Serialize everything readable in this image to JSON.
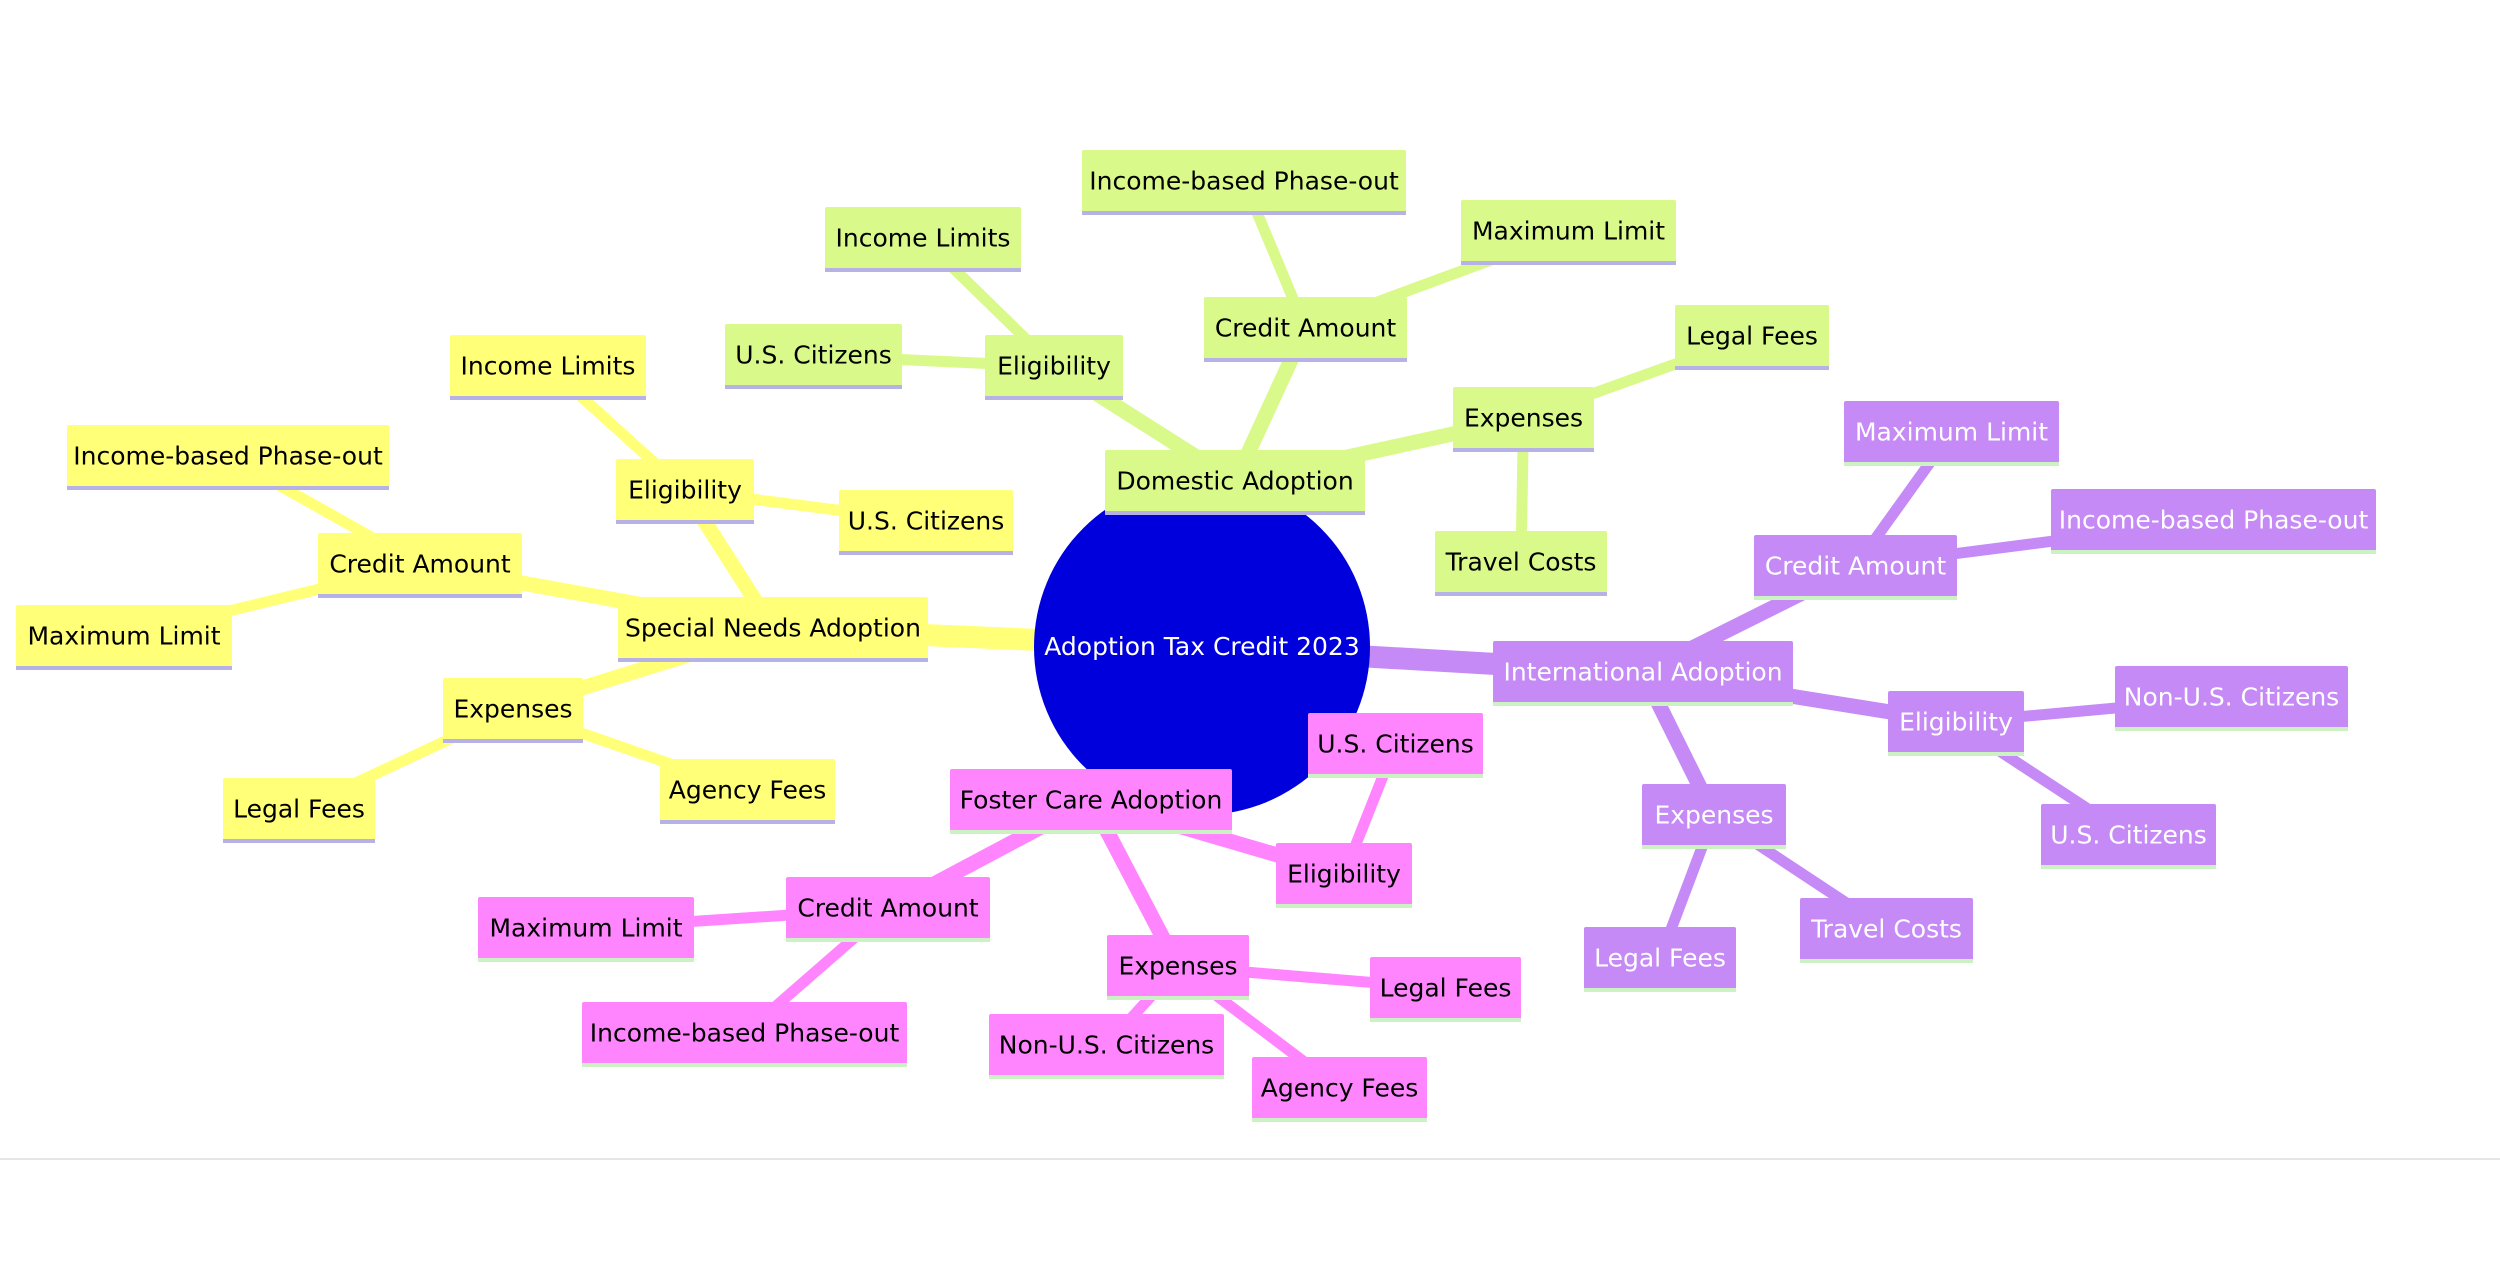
{
  "title": "Adoption Tax Credit 2023",
  "colors": {
    "root": "#0000dd",
    "domestic": "#d9f98a",
    "special": "#ffff78",
    "international": "#c58af5",
    "foster": "#ff85ff",
    "underline_default": "#b6b2e6",
    "underline_green": "#ccf2c4",
    "text_dark": "#000000",
    "text_light": "#ffffff"
  },
  "mindmap": {
    "root": "Adoption Tax Credit 2023",
    "branches": [
      {
        "label": "Domestic Adoption",
        "children": [
          {
            "label": "Eligibility",
            "children": [
              "Income Limits",
              "U.S. Citizens"
            ]
          },
          {
            "label": "Credit Amount",
            "children": [
              "Income-based Phase-out",
              "Maximum Limit"
            ]
          },
          {
            "label": "Expenses",
            "children": [
              "Legal Fees",
              "Travel Costs"
            ]
          }
        ]
      },
      {
        "label": "Special Needs Adoption",
        "children": [
          {
            "label": "Eligibility",
            "children": [
              "Income Limits",
              "U.S. Citizens"
            ]
          },
          {
            "label": "Credit Amount",
            "children": [
              "Income-based Phase-out",
              "Maximum Limit"
            ]
          },
          {
            "label": "Expenses",
            "children": [
              "Legal Fees",
              "Agency Fees"
            ]
          }
        ]
      },
      {
        "label": "International Adoption",
        "children": [
          {
            "label": "Credit Amount",
            "children": [
              "Maximum Limit",
              "Income-based Phase-out"
            ]
          },
          {
            "label": "Eligibility",
            "children": [
              "Non-U.S. Citizens",
              "U.S. Citizens"
            ]
          },
          {
            "label": "Expenses",
            "children": [
              "Legal Fees",
              "Travel Costs"
            ]
          }
        ]
      },
      {
        "label": "Foster Care Adoption",
        "children": [
          {
            "label": "Eligibility",
            "children": [
              "U.S. Citizens"
            ]
          },
          {
            "label": "Credit Amount",
            "children": [
              "Maximum Limit",
              "Income-based Phase-out"
            ]
          },
          {
            "label": "Expenses",
            "children": [
              "Legal Fees",
              "Non-U.S. Citizens",
              "Agency Fees"
            ]
          }
        ]
      }
    ]
  }
}
